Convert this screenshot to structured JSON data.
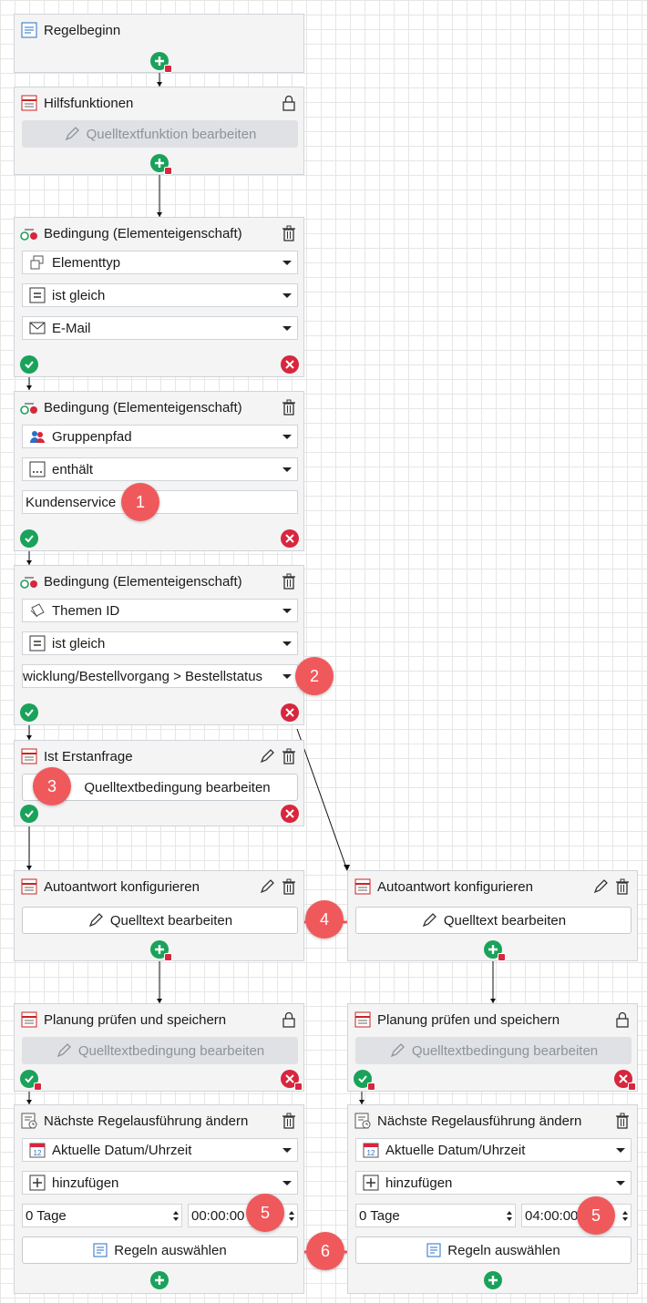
{
  "blocks": {
    "regelbeginn": {
      "title": "Regelbeginn"
    },
    "hilfsfunktionen": {
      "title": "Hilfsfunktionen",
      "button": "Quelltextfunktion bearbeiten"
    },
    "bedingung1": {
      "title": "Bedingung (Elementeigenschaft)",
      "field1": "Elementtyp",
      "field2": "ist gleich",
      "field3": "E-Mail"
    },
    "bedingung2": {
      "title": "Bedingung (Elementeigenschaft)",
      "field1": "Gruppenpfad",
      "field2": "enthält",
      "input": "Kundenservice"
    },
    "bedingung3": {
      "title": "Bedingung (Elementeigenschaft)",
      "field1": "Themen ID",
      "field2": "ist gleich",
      "field3": "wicklung/Bestellvorgang > Bestellstatus"
    },
    "erstanfrage": {
      "title": "Ist Erstanfrage",
      "button": "Quelltextbedingung bearbeiten"
    },
    "autoantwort_left": {
      "title": "Autoantwort konfigurieren",
      "button": "Quelltext bearbeiten"
    },
    "autoantwort_right": {
      "title": "Autoantwort konfigurieren",
      "button": "Quelltext bearbeiten"
    },
    "planung_left": {
      "title": "Planung prüfen und speichern",
      "button": "Quelltextbedingung bearbeiten"
    },
    "planung_right": {
      "title": "Planung prüfen und speichern",
      "button": "Quelltextbedingung bearbeiten"
    },
    "naechste_left": {
      "title": "Nächste Regelausführung ändern",
      "field1": "Aktuelle Datum/Uhrzeit",
      "field2": "hinzufügen",
      "days": "0 Tage",
      "time": "00:00:00",
      "button": "Regeln auswählen"
    },
    "naechste_right": {
      "title": "Nächste Regelausführung ändern",
      "field1": "Aktuelle Datum/Uhrzeit",
      "field2": "hinzufügen",
      "days": "0 Tage",
      "time": "04:00:00",
      "button": "Regeln auswählen"
    }
  },
  "markers": {
    "m1": "1",
    "m2": "2",
    "m3": "3",
    "m4": "4",
    "m5a": "5",
    "m5b": "5",
    "m6": "6"
  },
  "colors": {
    "accent_green": "#1aa25a",
    "accent_red": "#d7263d",
    "marker": "#f0595c"
  }
}
